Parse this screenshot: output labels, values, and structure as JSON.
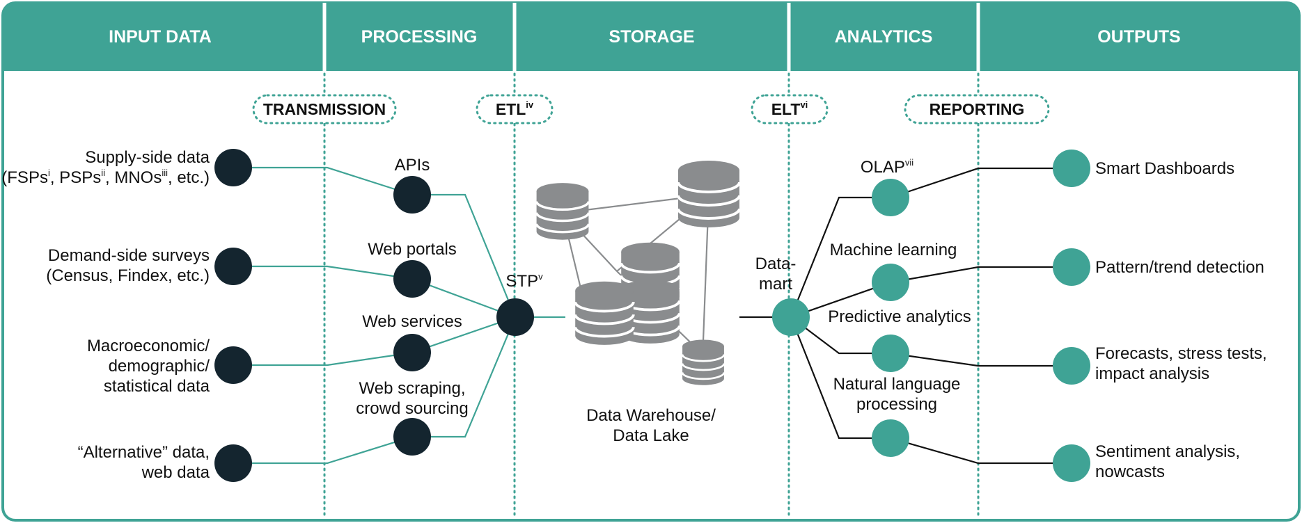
{
  "colors": {
    "teal": "#3fa395",
    "dark": "#14252f",
    "gray": "#8a8c8e",
    "line_dark": "#111111"
  },
  "headers": [
    "INPUT DATA",
    "PROCESSING",
    "STORAGE",
    "ANALYTICS",
    "OUTPUTS"
  ],
  "tags": {
    "transmission": "TRANSMISSION",
    "etl": "ETL",
    "etl_sup": "iv",
    "elt": "ELT",
    "elt_sup": "vi",
    "reporting": "REPORTING"
  },
  "inputs": {
    "supply_1": "Supply-side data",
    "supply_2a": "(FSPs",
    "supply_sup1": "i",
    "supply_2b": ", PSPs",
    "supply_sup2": "ii",
    "supply_2c": ", MNOs",
    "supply_sup3": "iii",
    "supply_2d": ", etc.)",
    "demand_1": "Demand-side surveys",
    "demand_2": "(Census, Findex, etc.)",
    "macro_1": "Macroeconomic/",
    "macro_2": "demographic/",
    "macro_3": "statistical data",
    "alt_1": "“Alternative” data,",
    "alt_2": "web data"
  },
  "processing": {
    "apis": "APIs",
    "web_portals": "Web portals",
    "web_services": "Web services",
    "scraping_1": "Web scraping,",
    "scraping_2": "crowd sourcing",
    "stp": "STP",
    "stp_sup": "v"
  },
  "storage": {
    "label_1": "Data Warehouse/",
    "label_2": "Data Lake",
    "datamart_1": "Data-",
    "datamart_2": "mart"
  },
  "analytics": {
    "olap": "OLAP",
    "olap_sup": "vii",
    "ml": "Machine learning",
    "predictive": "Predictive analytics",
    "nlp_1": "Natural language",
    "nlp_2": "processing"
  },
  "outputs": {
    "dashboards": "Smart Dashboards",
    "pattern": "Pattern/trend detection",
    "forecasts_1": "Forecasts, stress tests,",
    "forecasts_2": "impact analysis",
    "sentiment_1": "Sentiment analysis,",
    "sentiment_2": "nowcasts"
  }
}
